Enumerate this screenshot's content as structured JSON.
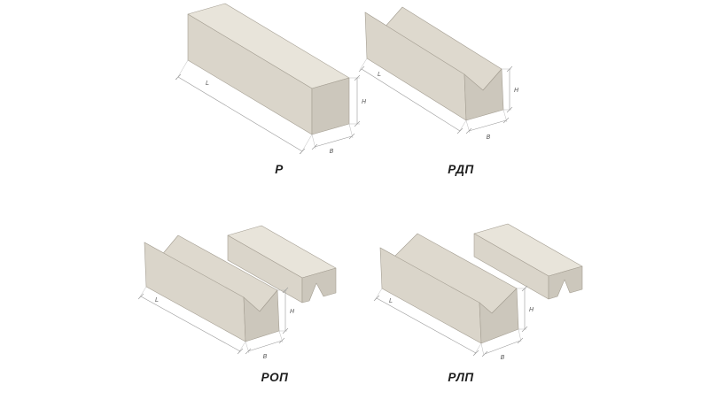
{
  "page": {
    "background": "#ffffff"
  },
  "colors": {
    "concrete_top": "#e8e4da",
    "concrete_side": "#dad5ca",
    "concrete_slope_dark": "#c6c0b4",
    "concrete_slope_light": "#ded9ce",
    "concrete_end": "#ccc7bc",
    "edge": "#a49e92",
    "dimension_line": "#9a9a9a",
    "dimension_text": "#5e5e5e",
    "caption_text": "#1c1c1c"
  },
  "figures": [
    {
      "id": "r",
      "label": "Р",
      "dims": {
        "length": "L",
        "height": "H",
        "width": "B"
      }
    },
    {
      "id": "rdp",
      "label": "РДП",
      "dims": {
        "length": "L",
        "height": "H",
        "width": "B"
      }
    },
    {
      "id": "rop",
      "label": "РОП",
      "dims": {
        "length": "L",
        "height": "H",
        "width": "B"
      }
    },
    {
      "id": "rlp",
      "label": "РЛП",
      "dims": {
        "length": "L",
        "height": "H",
        "width": "B"
      }
    }
  ]
}
